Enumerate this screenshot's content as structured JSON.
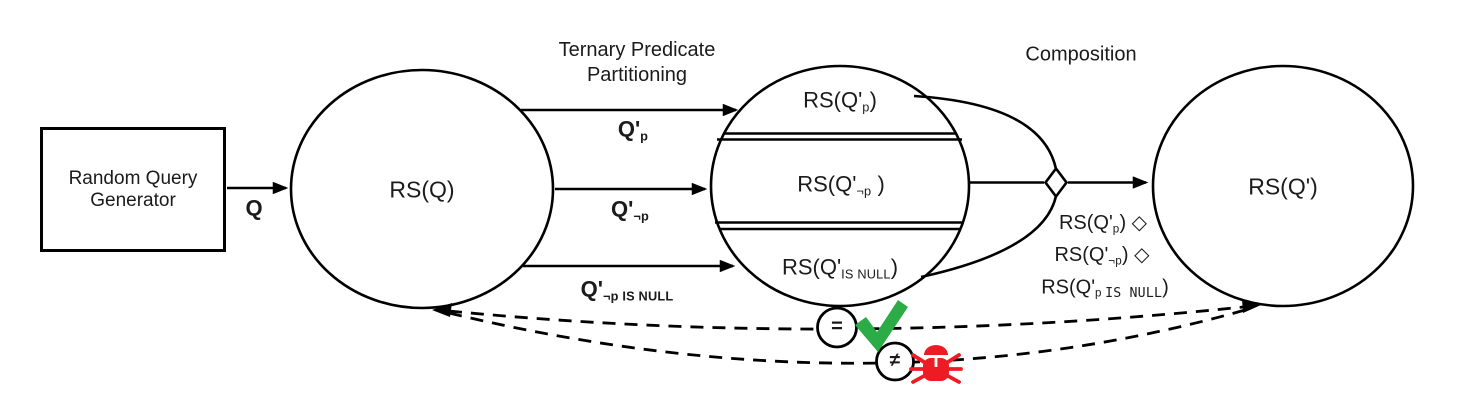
{
  "generator_box": {
    "line1": "Random Query",
    "line2": "Generator"
  },
  "labels": {
    "q": "Q",
    "partitioning_title": {
      "line1": "Ternary Predicate",
      "line2": "Partitioning"
    },
    "composition_title": "Composition",
    "arrow1": {
      "base": "Q'",
      "sub": "p"
    },
    "arrow2": {
      "base": "Q'",
      "sub": "¬p"
    },
    "arrow3": {
      "base": "Q'",
      "sub": "¬p IS NULL"
    }
  },
  "circles": {
    "source": {
      "label": "RS(Q)"
    },
    "partitioned": {
      "slice1": {
        "pre": "RS(Q'",
        "sub": "p",
        "post": ")"
      },
      "slice2": {
        "pre": "RS(Q'",
        "sub": "¬p",
        "post": " )"
      },
      "slice3": {
        "pre": "RS(Q'",
        "sub": "IS NULL",
        "post": ")"
      }
    },
    "composed": {
      "label": "RS(Q')"
    }
  },
  "formula": {
    "line1": {
      "pre": "RS(Q'",
      "sub": "p",
      "post": ") ◇"
    },
    "line2": {
      "pre": "RS(Q'",
      "sub": "¬p",
      "post": ") ◇"
    },
    "line3": {
      "pre": "RS(Q'",
      "sub1": "p ",
      "sub_mono": "IS NULL",
      "post": ")"
    }
  },
  "comparison": {
    "equal": "=",
    "not_equal": "≠"
  },
  "icons": {
    "check_icon": "✔",
    "bug_icon": "🐞",
    "composition_diamond": "◇"
  },
  "colors": {
    "stroke": "#000000",
    "check_green": "#2BAC47",
    "bug_red": "#ED1C24"
  }
}
